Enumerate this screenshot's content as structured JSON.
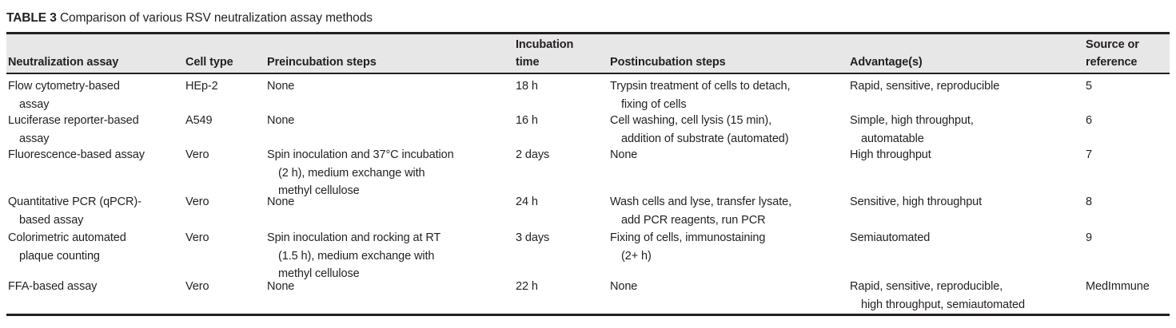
{
  "caption": {
    "label": "TABLE 3",
    "text": " Comparison of various RSV neutralization assay methods"
  },
  "table": {
    "columns": [
      {
        "key": "assay",
        "header": "Neutralization assay"
      },
      {
        "key": "celltype",
        "header": "Cell type"
      },
      {
        "key": "preinc",
        "header": "Preincubation steps"
      },
      {
        "key": "inctime",
        "header": "Incubation\ntime"
      },
      {
        "key": "postinc",
        "header": "Postincubation steps"
      },
      {
        "key": "advantage",
        "header": "Advantage(s)"
      },
      {
        "key": "source",
        "header": "Source or\nreference"
      }
    ],
    "rows": [
      {
        "assay": "Flow cytometry-based\nassay",
        "celltype": "HEp-2",
        "preinc": "None",
        "inctime": "18 h",
        "postinc": "Trypsin treatment of cells to detach,\nfixing of cells",
        "advantage": "Rapid, sensitive, reproducible",
        "source": "5"
      },
      {
        "assay": "Luciferase reporter-based\nassay",
        "celltype": "A549",
        "preinc": "None",
        "inctime": "16 h",
        "postinc": "Cell washing, cell lysis (15 min),\naddition of substrate (automated)",
        "advantage": "Simple, high throughput,\nautomatable",
        "source": "6"
      },
      {
        "assay": "Fluorescence-based assay",
        "celltype": "Vero",
        "preinc": "Spin inoculation and 37°C incubation\n(2 h), medium exchange with\nmethyl cellulose",
        "inctime": "2 days",
        "postinc": "None",
        "advantage": "High throughput",
        "source": "7"
      },
      {
        "assay": "Quantitative PCR (qPCR)-\nbased assay",
        "celltype": "Vero",
        "preinc": "None",
        "inctime": "24 h",
        "postinc": "Wash cells and lyse, transfer lysate,\nadd PCR reagents, run PCR",
        "advantage": "Sensitive, high throughput",
        "source": "8"
      },
      {
        "assay": "Colorimetric automated\nplaque counting",
        "celltype": "Vero",
        "preinc": "Spin inoculation and rocking at RT\n(1.5 h), medium exchange with\nmethyl cellulose",
        "inctime": "3 days",
        "postinc": "Fixing of cells, immunostaining\n(2+ h)",
        "advantage": "Semiautomated",
        "source": "9"
      },
      {
        "assay": "FFA-based assay",
        "celltype": "Vero",
        "preinc": "None",
        "inctime": "22 h",
        "postinc": "None",
        "advantage": "Rapid, sensitive, reproducible,\nhigh throughput, semiautomated",
        "source": "MedImmune"
      }
    ]
  },
  "style": {
    "header_band_color": "#e7e7e8",
    "rule_color": "#231f20",
    "text_color": "#231f20"
  }
}
